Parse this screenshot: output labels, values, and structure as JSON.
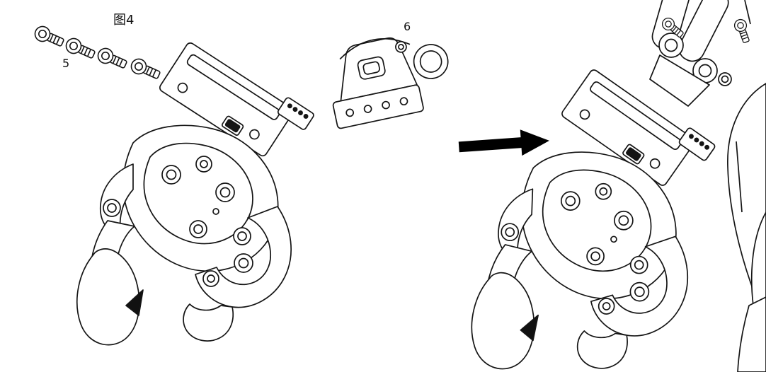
{
  "figure": {
    "title_label": "图4",
    "screws_label": "5",
    "bracket_label": "6"
  },
  "parts": {
    "screws": {
      "label": "5",
      "count": 4,
      "name": "socket-head-screws"
    },
    "bracket": {
      "label": "6",
      "name": "mounting-bracket-with-ring"
    },
    "gripper": {
      "name": "robotic-gripper-assembly"
    },
    "robot_arm": {
      "name": "robot-arm-wrist"
    }
  },
  "colors": {
    "line": "#151515",
    "background": "#ffffff",
    "arrow": "#000000",
    "shade": "#111111"
  }
}
